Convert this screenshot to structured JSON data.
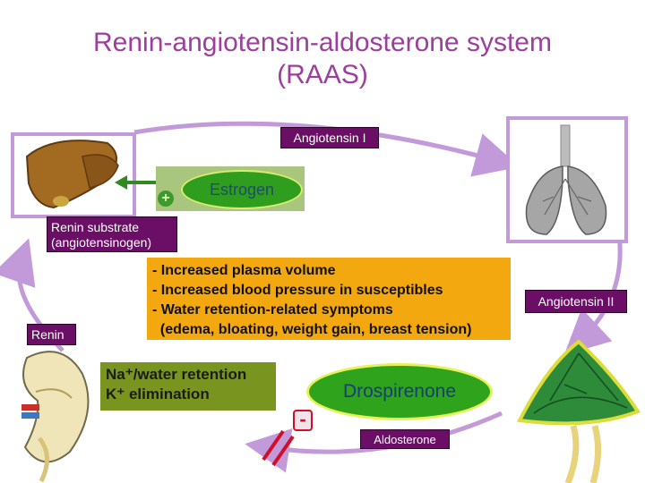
{
  "title": {
    "line1": "Renin-angiotensin-aldosterone system",
    "line2": "(RAAS)"
  },
  "labels": {
    "angiotensin_1": "Angiotensin I",
    "angiotensin_2": "Angiotensin II",
    "renin_substrate_line1": "Renin substrate",
    "renin_substrate_line2": "(angiotensinogen)",
    "renin": "Renin",
    "aldosterone": "Aldosterone",
    "estrogen": "Estrogen",
    "drospirenone": "Drospirenone",
    "plus": "+",
    "minus": "-"
  },
  "effects": [
    "- Increased plasma volume",
    "- Increased blood pressure in susceptibles",
    "- Water retention-related symptoms",
    "  (edema, bloating, weight gain, breast tension)"
  ],
  "sodium": {
    "line1": "Na⁺/water retention",
    "line2": "K⁺ elimination"
  },
  "colors": {
    "title": "#9c3f9c",
    "cycle_arrow": "#c39ad9",
    "label_box": "#6b0f66",
    "effects_box": "#f3a80f",
    "green_oval": "#2f9e1e",
    "olive_box": "#7a9420",
    "block_red": "#d0102a"
  }
}
